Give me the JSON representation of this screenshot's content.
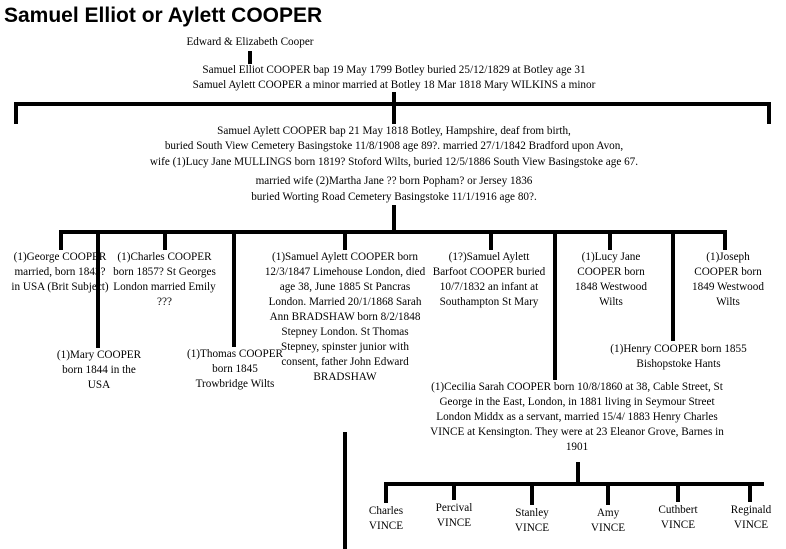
{
  "title": "Samuel  Elliot or Aylett COOPER",
  "parents": "Edward & Elizabeth Cooper",
  "father": {
    "line1": "Samuel Elliot COOPER bap 19 May 1799 Botley buried 25/12/1829 at Botley age 31",
    "line2": "Samuel Aylett COOPER a minor married at Botley 18 Mar 1818 Mary WILKINS a minor"
  },
  "son": {
    "line1": "Samuel Aylett COOPER bap 21 May 1818 Botley, Hampshire, deaf from birth,",
    "line2": "buried South View Cemetery Basingstoke 11/8/1908 age 89?. married 27/1/1842 Bradford upon Avon,",
    "line3": "wife (1)Lucy Jane MULLINGS  born 1819? Stoford Wilts, buried 12/5/1886 South View Basingstoke age 67.",
    "line4": "married wife (2)Martha Jane ?? born Popham? or Jersey 1836",
    "line5": "buried Worting Road Cemetery Basingstoke 11/1/1916 age 80?."
  },
  "children": {
    "george": "(1)George COOPER married, born 1843? in USA (Brit Subject)",
    "mary": "(1)Mary COOPER born 1844 in the USA",
    "charles": "(1)Charles COOPER born 1857? St Georges London married Emily ???",
    "thomas": "(1)Thomas COOPER born 1845 Trowbridge Wilts",
    "samuel": "(1)Samuel Aylett COOPER born 12/3/1847 Limehouse London, died age 38, June 1885 St Pancras London. Married 20/1/1868 Sarah Ann BRADSHAW born 8/2/1848 Stepney London. St Thomas Stepney, spinster junior with consent, father John Edward BRADSHAW",
    "samuel_barfoot": "(1?)Samuel Aylett Barfoot COOPER buried 10/7/1832 an infant at Southampton St Mary",
    "lucy": "(1)Lucy Jane COOPER born 1848 Westwood Wilts",
    "joseph": "(1)Joseph COOPER born 1849 Westwood Wilts",
    "henry": "(1)Henry COOPER born 1855 Bishopstoke Hants",
    "cecilia": "(1)Cecilia Sarah COOPER born 10/8/1860 at  38, Cable Street, St George in the East, London, in 1881 living in Seymour Street London Middx as a servant, married 15/4/ 1883 Henry Charles VINCE at Kensington. They were at 23 Eleanor Grove, Barnes in 1901"
  },
  "grandchildren": {
    "charles": "Charles VINCE",
    "percival": "Percival VINCE",
    "stanley": "Stanley VINCE",
    "amy": "Amy VINCE",
    "cuthbert": "Cuthbert VINCE",
    "reginald": "Reginald VINCE"
  }
}
